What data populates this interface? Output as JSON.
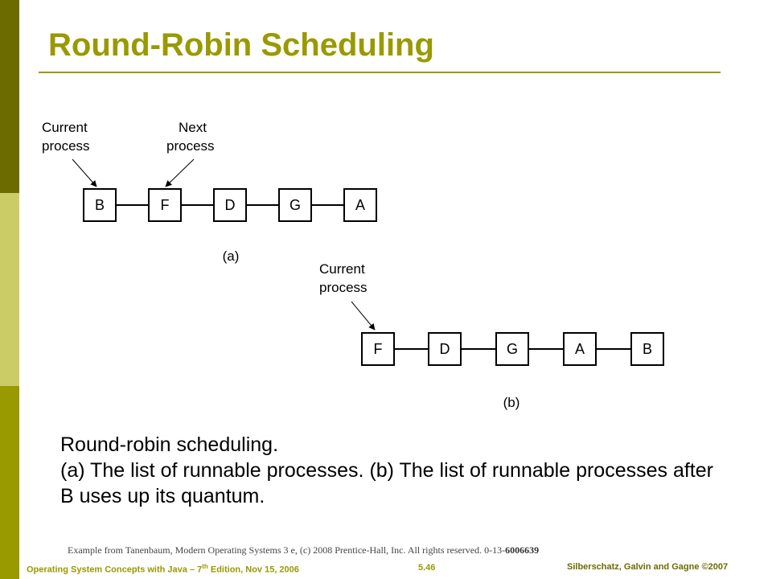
{
  "slide": {
    "title": "Round-Robin Scheduling"
  },
  "diagram": {
    "list_a": {
      "current_label": [
        "Current",
        "process"
      ],
      "next_label": [
        "Next",
        "process"
      ],
      "nodes": [
        "B",
        "F",
        "D",
        "G",
        "A"
      ],
      "sub_label": "(a)"
    },
    "list_b": {
      "current_label": [
        "Current",
        "process"
      ],
      "nodes": [
        "F",
        "D",
        "G",
        "A",
        "B"
      ],
      "sub_label": "(b)"
    }
  },
  "caption": {
    "title": "Round-robin scheduling.",
    "description": "(a) The list of runnable processes. (b) The list of runnable processes after B uses up its quantum."
  },
  "credit": {
    "text": "Example from Tanenbaum, Modern Operating Systems 3 e, (c) 2008 Prentice-Hall, Inc. All rights reserved. 0-13-",
    "isbn_tail": "6006639"
  },
  "footer": {
    "left_prefix": "Operating System Concepts  with Java – 7",
    "left_sup": "th",
    "left_suffix": " Edition, Nov 15, 2006",
    "page": "5.46",
    "right": "Silberschatz, Galvin and Gagne ©2007"
  }
}
